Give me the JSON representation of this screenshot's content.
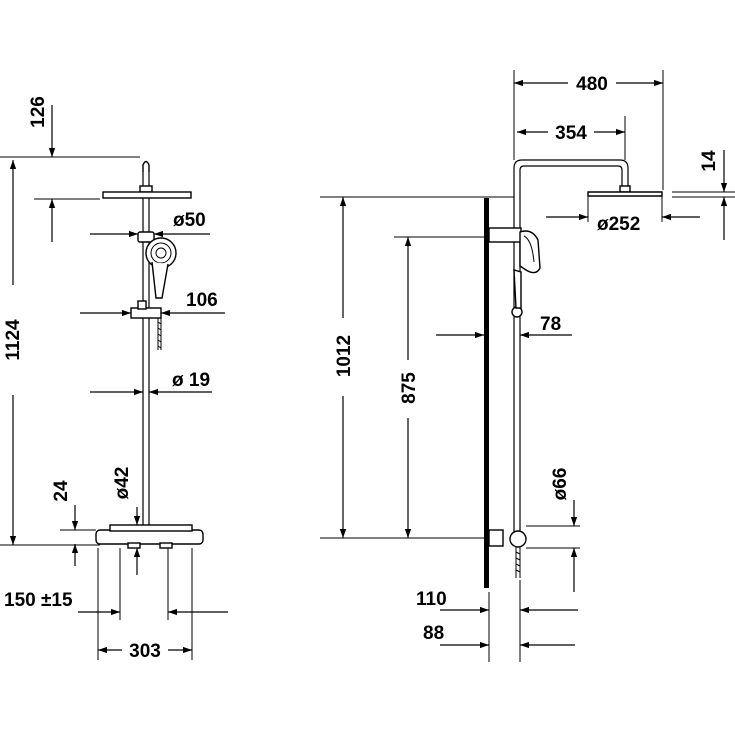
{
  "front_view": {
    "dim_126": "126",
    "dim_1124": "1124",
    "dim_diam50": "ø50",
    "dim_106": "106",
    "dim_diam19": "ø 19",
    "dim_24": "24",
    "dim_diam42": "ø42",
    "dim_150": "150 ±15",
    "dim_303": "303"
  },
  "side_view": {
    "dim_480": "480",
    "dim_354": "354",
    "dim_14": "14",
    "dim_diam252": "ø252",
    "dim_1012": "1012",
    "dim_875": "875",
    "dim_78": "78",
    "dim_diam66": "ø66",
    "dim_110": "110",
    "dim_88": "88"
  }
}
